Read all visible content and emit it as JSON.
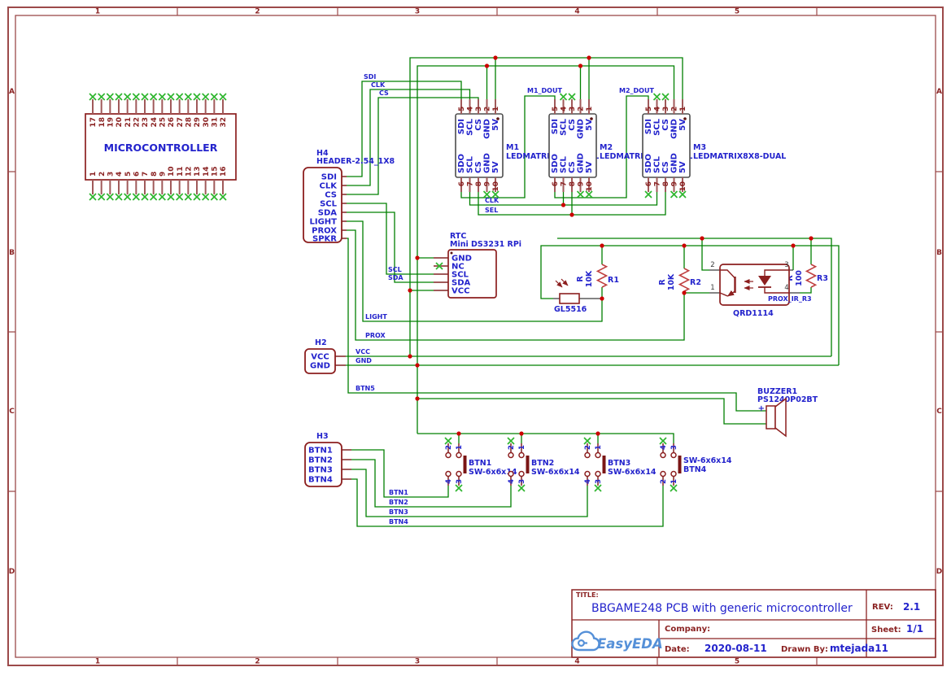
{
  "frame": {
    "columns": [
      "1",
      "2",
      "3",
      "4",
      "5"
    ],
    "rows": [
      "A",
      "B",
      "C",
      "D"
    ]
  },
  "title_block": {
    "title_label": "TITLE:",
    "title": "BBGAME248 PCB with generic microcontroller",
    "rev_label": "REV:",
    "rev": "2.1",
    "company_label": "Company:",
    "company": "",
    "sheet_label": "Sheet:",
    "sheet": "1/1",
    "date_label": "Date:",
    "date": "2020-08-11",
    "drawn_by_label": "Drawn By:",
    "drawn_by": "mtejada11",
    "logo_text": "EasyEDA"
  },
  "mcu": {
    "name": "MICROCONTROLLER",
    "top_pins": [
      "17",
      "18",
      "19",
      "20",
      "21",
      "22",
      "23",
      "24",
      "25",
      "26",
      "27",
      "28",
      "29",
      "30",
      "31",
      "32"
    ],
    "bottom_pins": [
      "1",
      "2",
      "3",
      "4",
      "5",
      "6",
      "7",
      "8",
      "9",
      "10",
      "11",
      "12",
      "13",
      "14",
      "15",
      "16"
    ]
  },
  "h4": {
    "ref": "H4",
    "part": "HEADER-2.54_1X8",
    "pins": [
      "SDI",
      "CLK",
      "CS",
      "SCL",
      "SDA",
      "LIGHT",
      "PROX",
      "SPKR"
    ]
  },
  "h2": {
    "ref": "H2",
    "pins": [
      "VCC",
      "GND"
    ]
  },
  "h3": {
    "ref": "H3",
    "pins": [
      "BTN1",
      "BTN2",
      "BTN3",
      "BTN4"
    ]
  },
  "led_matrices": {
    "part": "LEDMATRIX8X8-DUAL",
    "refs": [
      "M1",
      "M2",
      "M3"
    ],
    "top_numbers": [
      "5",
      "4",
      "3",
      "2",
      "1"
    ],
    "top_names": [
      "SDI",
      "SCL",
      "CS",
      "GND",
      "5V"
    ],
    "bottom_numbers": [
      "6",
      "7",
      "8",
      "9",
      "10"
    ],
    "bottom_names": [
      "SDO",
      "SCL",
      "CS",
      "GND",
      "5V"
    ]
  },
  "rtc": {
    "ref": "RTC",
    "part": "Mini DS3231 RPi",
    "pins": [
      "GND",
      "NC",
      "SCL",
      "SDA",
      "VCC"
    ]
  },
  "resistors": [
    {
      "ref": "R1",
      "prefix": "R",
      "value": "10K"
    },
    {
      "ref": "R2",
      "prefix": "R",
      "value": "10K"
    },
    {
      "ref": "R3",
      "prefix": "R",
      "value": "100"
    }
  ],
  "ldr": {
    "part": "GL5516"
  },
  "opto": {
    "part": "QRD1114",
    "pin_numbers": [
      "2",
      "1",
      "3",
      "4"
    ]
  },
  "buzzer": {
    "ref": "BUZZER1",
    "part": "PS1240P02BT",
    "plus": "+"
  },
  "switches": {
    "part": "SW-6x6x14",
    "refs": [
      "BTN1",
      "BTN2",
      "BTN3",
      "BTN4"
    ]
  },
  "nets": {
    "sdi": "SDI",
    "clk": "CLK",
    "cs": "CS",
    "scl": "SCL",
    "sda": "SDA",
    "m1_dout": "M1_DOUT",
    "m2_dout": "M2_DOUT",
    "clk2": "CLK",
    "sel": "SEL",
    "light": "LIGHT",
    "prox": "PROX",
    "vcc": "VCC",
    "gnd": "GND",
    "btn5": "BTN5",
    "btn1": "BTN1",
    "btn2": "BTN2",
    "btn3": "BTN3",
    "btn4": "BTN4",
    "prox_ir_r3": "PROX_IR_R3"
  },
  "colors": {
    "wire": "#008000",
    "outline": "#8C1F1F",
    "lead": "#A05A5A",
    "blue_text": "#2323CC",
    "pin_number": "#8B2323",
    "junction": "#CC0000",
    "no_connect": "#2EB52E",
    "frame": "#9C4A4A",
    "resistor": "#C04040",
    "logo": "#5590D8"
  }
}
